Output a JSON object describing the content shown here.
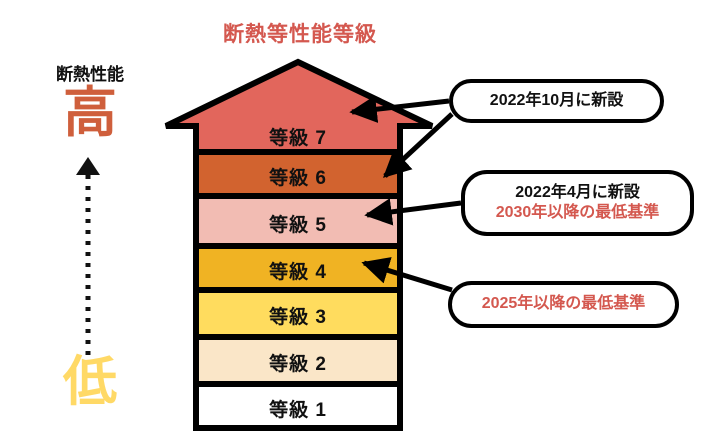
{
  "title": "断熱等性能等級",
  "axis": {
    "label": "断熱性能",
    "high": "高",
    "low": "低",
    "arrow_direction": "up",
    "arrow_style": "dotted"
  },
  "colors": {
    "title": "#d4584f",
    "high_label": "#cf5f3c",
    "low_label": "#ffd966",
    "accent_red": "#d4584f",
    "outline": "#000000",
    "grade7": "#e2665c",
    "grade6": "#d2632f",
    "grade5": "#f2bcb3",
    "grade4": "#f0b323",
    "grade3": "#ffdc5e",
    "grade2": "#fae6c8",
    "grade1": "#ffffff"
  },
  "chart_data": {
    "type": "bar",
    "orientation": "vertical-stacked",
    "title": "断熱等性能等級",
    "xlabel": "",
    "ylabel": "断熱性能",
    "grid": false,
    "legend": "none",
    "categories": [
      "等級 1",
      "等級 2",
      "等級 3",
      "等級 4",
      "等級 5",
      "等級 6",
      "等級 7"
    ],
    "values": [
      1,
      2,
      3,
      4,
      5,
      6,
      7
    ],
    "bands": [
      {
        "label": "等級 7",
        "value": 7,
        "color": "#e2665c",
        "shape": "arrow-head"
      },
      {
        "label": "等級 6",
        "value": 6,
        "color": "#d2632f",
        "shape": "rect"
      },
      {
        "label": "等級 5",
        "value": 5,
        "color": "#f2bcb3",
        "shape": "rect"
      },
      {
        "label": "等級 4",
        "value": 4,
        "color": "#f0b323",
        "shape": "rect"
      },
      {
        "label": "等級 3",
        "value": 3,
        "color": "#ffdc5e",
        "shape": "rect"
      },
      {
        "label": "等級 2",
        "value": 2,
        "color": "#fae6c8",
        "shape": "rect"
      },
      {
        "label": "等級 1",
        "value": 1,
        "color": "#ffffff",
        "shape": "rect"
      }
    ]
  },
  "callouts": [
    {
      "id": "new-2022-10",
      "lines": [
        {
          "text": "2022年10月に新設",
          "color": "black"
        }
      ],
      "targets": [
        "等級 7",
        "等級 6"
      ]
    },
    {
      "id": "new-2022-04",
      "lines": [
        {
          "text": "2022年4月に新設",
          "color": "black"
        },
        {
          "text": "2030年以降の最低基準",
          "color": "red"
        }
      ],
      "targets": [
        "等級 5"
      ]
    },
    {
      "id": "min-2025",
      "lines": [
        {
          "text": "2025年以降の最低基準",
          "color": "red"
        }
      ],
      "targets": [
        "等級 4"
      ]
    }
  ]
}
